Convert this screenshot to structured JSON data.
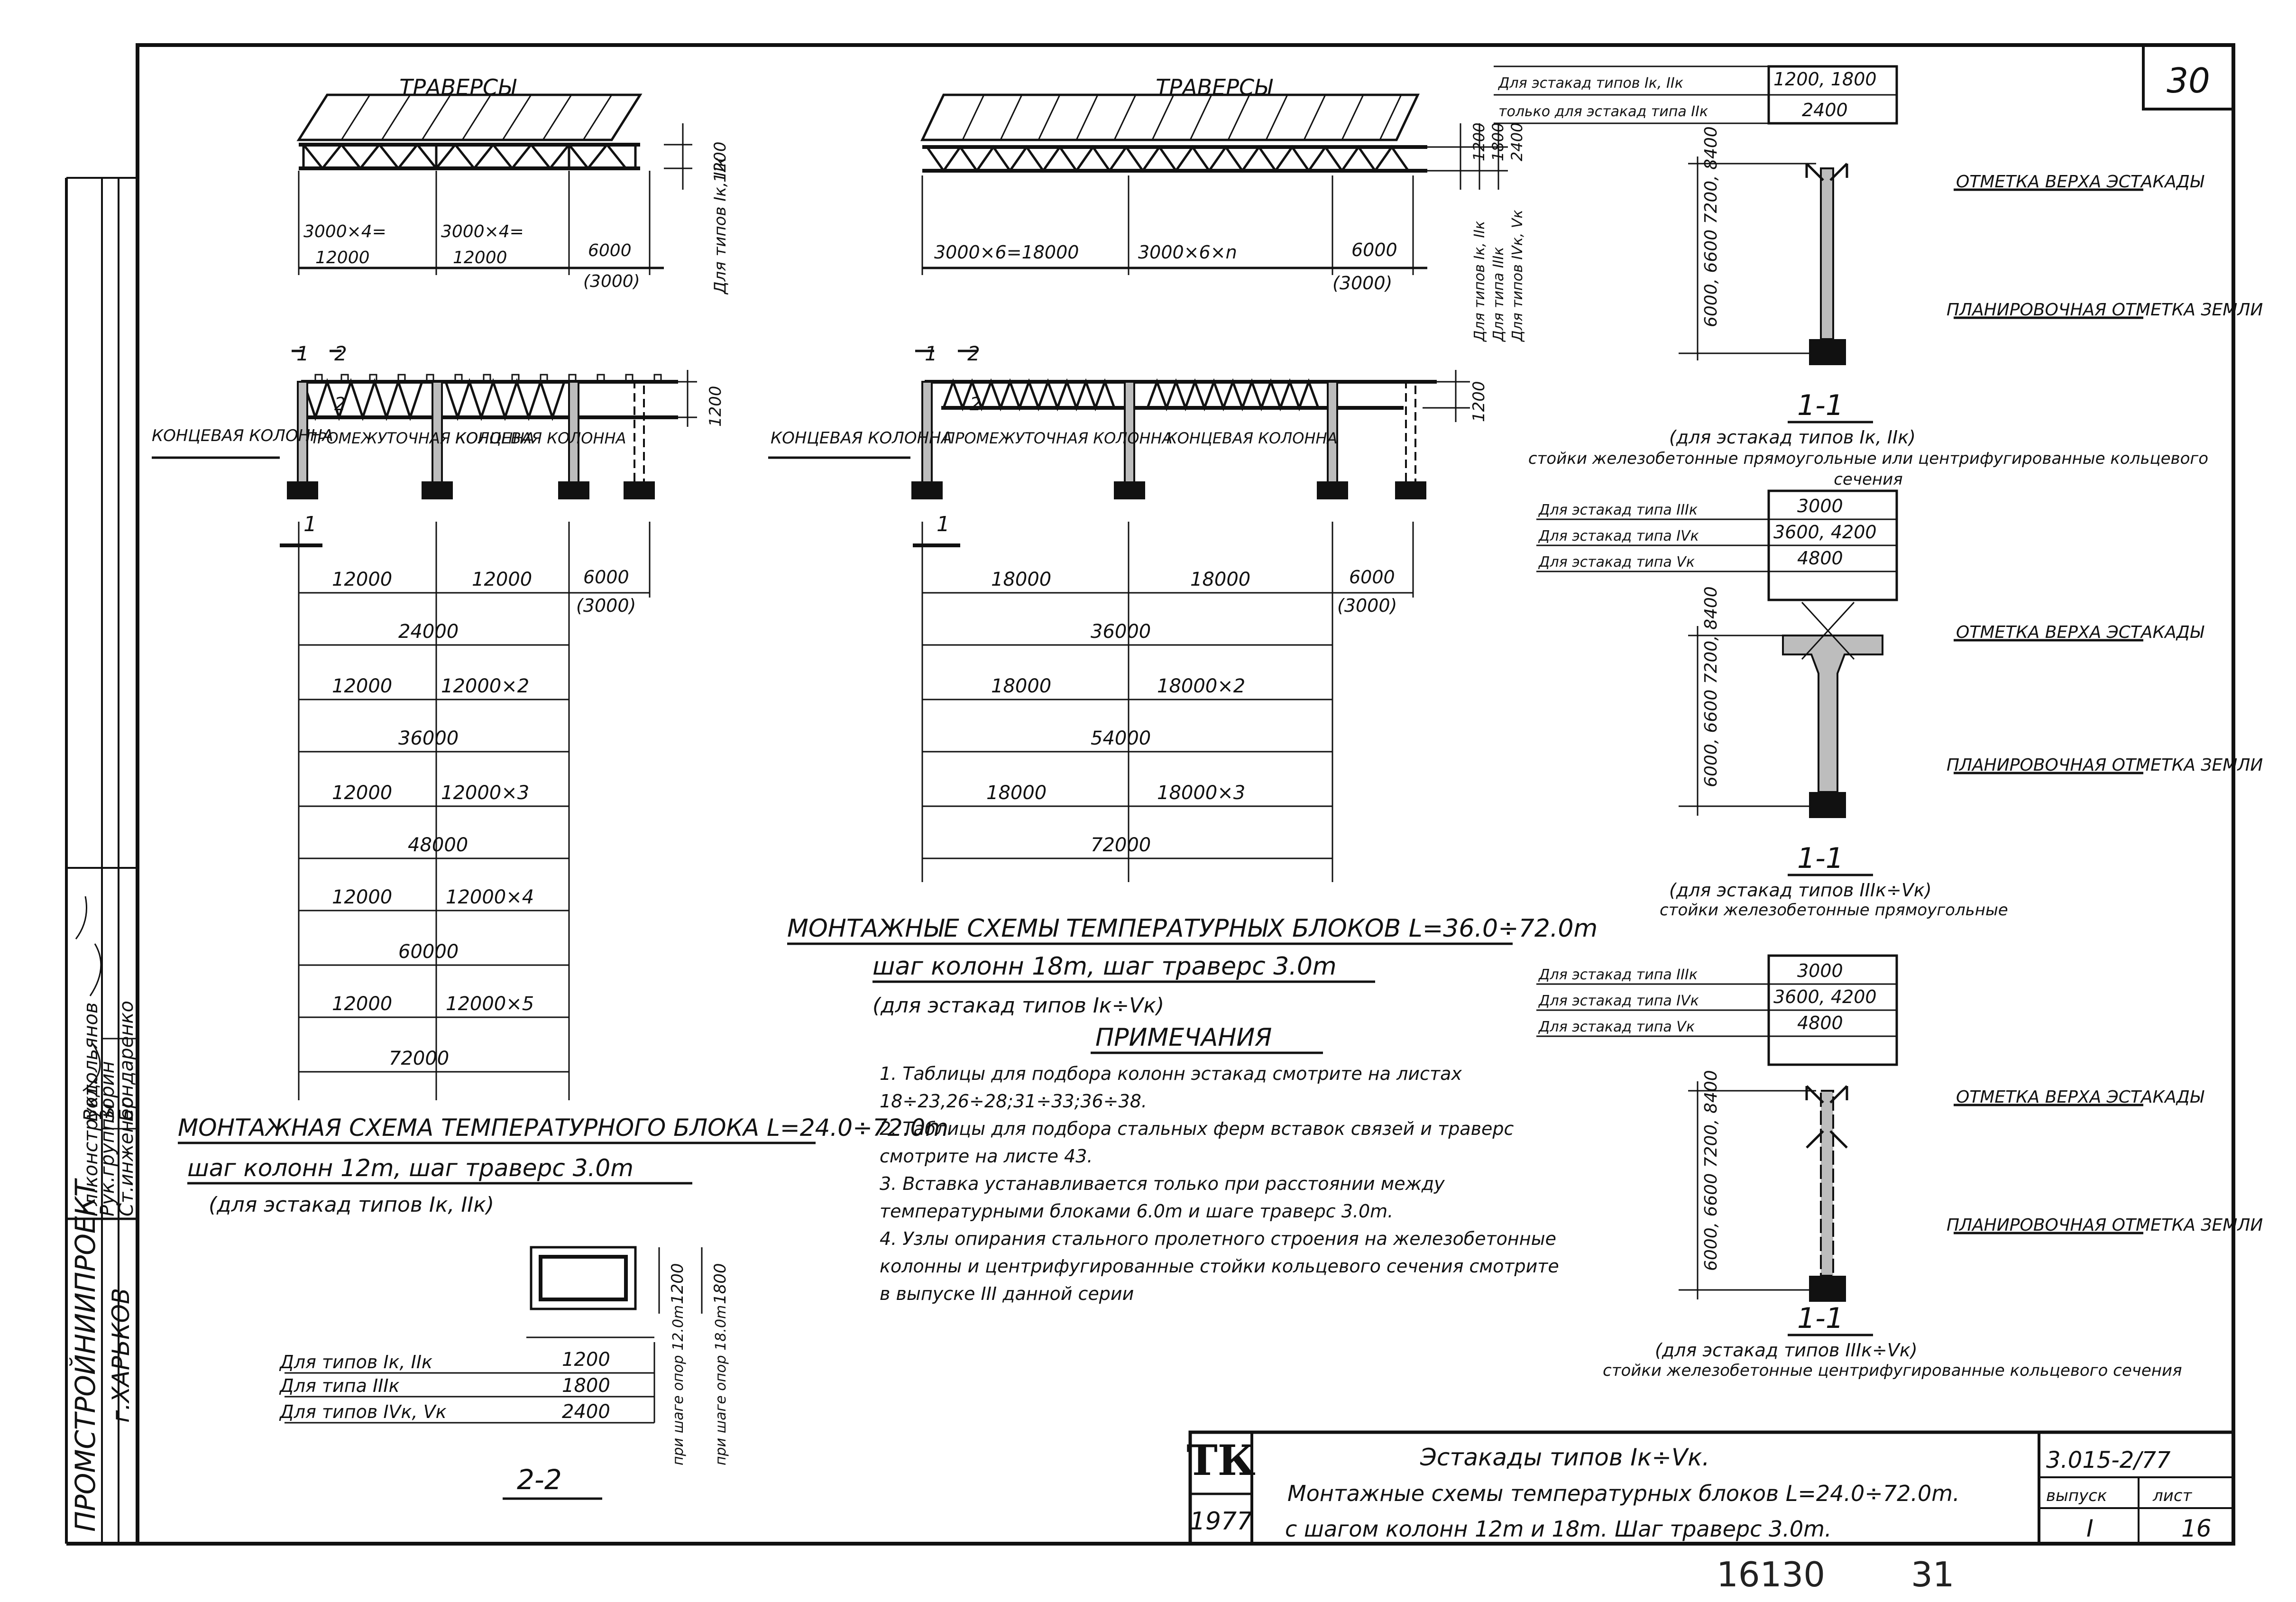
{
  "sheet": {
    "corner_number": "30",
    "bottom_handwritten": "16130",
    "bottom_handwritten_page": "31"
  },
  "left_strip": {
    "org": "ПРОМСТРОЙНИИПРОЕКТ",
    "city": "г.ХАРЬКОВ",
    "staff": [
      {
        "role": "Гл.конструкт.",
        "name": "Водольянов"
      },
      {
        "role": "Рук.группы",
        "name": "Зорин"
      },
      {
        "role": "Ст.инженер",
        "name": "Бондаренко"
      }
    ]
  },
  "scheme_12": {
    "plan_title": "ТРАВЕРСЫ",
    "plan_dims": [
      "3000×4=",
      "12000",
      "3000×4=",
      "12000",
      "6000",
      "(3000)"
    ],
    "plan_height": "1200",
    "plan_side_note": "Для типов Iк, IIк",
    "section_marks": [
      "1",
      "2",
      "2"
    ],
    "height": "1200",
    "labels": {
      "end_column": "КОНЦЕВАЯ КОЛОННА",
      "mid_column": "ПРОМЕЖУТОЧНАЯ КОЛОННА",
      "end_column2": "КОНЦЕВАЯ КОЛОННА"
    },
    "section_1": "1",
    "dim_rows": [
      [
        "12000",
        "12000",
        "6000",
        "(3000)"
      ],
      [
        "24000"
      ],
      [
        "12000",
        "12000×2"
      ],
      [
        "36000"
      ],
      [
        "12000",
        "12000×3"
      ],
      [
        "48000"
      ],
      [
        "12000",
        "12000×4"
      ],
      [
        "60000"
      ],
      [
        "12000",
        "12000×5"
      ],
      [
        "72000"
      ]
    ],
    "title": "МОНТАЖНАЯ СХЕМА ТЕМПЕРАТУРНОГО БЛОКА L=24.0÷72.0m",
    "subtitle": "шаг колонн 12m, шаг траверс 3.0m",
    "note": "(для эстакад типов Iк, IIк)"
  },
  "scheme_18": {
    "plan_title": "ТРАВЕРСЫ",
    "plan_dims": [
      "3000×6=18000",
      "3000×6×n",
      "6000",
      "(3000)"
    ],
    "plan_heights": [
      {
        "label": "Для типов Iк, IIк",
        "value": "1200"
      },
      {
        "label": "Для типа IIIк",
        "value": "1800"
      },
      {
        "label": "Для типов IVк, Vк",
        "value": "2400"
      }
    ],
    "section_marks": [
      "1",
      "2",
      "2"
    ],
    "height": "1200",
    "labels": {
      "end_column": "КОНЦЕВАЯ КОЛОННА",
      "mid_column": "ПРОМЕЖУТОЧНАЯ КОЛОННА",
      "end_column2": "КОНЦЕВАЯ КОЛОННА"
    },
    "section_1": "1",
    "dim_rows": [
      [
        "18000",
        "18000",
        "6000",
        "(3000)"
      ],
      [
        "36000"
      ],
      [
        "18000",
        "18000×2"
      ],
      [
        "54000"
      ],
      [
        "18000",
        "18000×3"
      ],
      [
        "72000"
      ]
    ],
    "title": "МОНТАЖНЫЕ СХЕМЫ ТЕМПЕРАТУРНЫХ БЛОКОВ L=36.0÷72.0m",
    "subtitle": "шаг колонн 18m, шаг траверс 3.0m",
    "note": "(для эстакад типов Iк÷Vк)"
  },
  "notes": {
    "heading": "ПРИМЕЧАНИЯ",
    "items": [
      "1. Таблицы для подбора колонн эстакад смотрите на листах 18÷23,26÷28;31÷33;36÷38.",
      "2. Таблицы для подбора стальных ферм вставок связей и траверс смотрите на листе 43.",
      "3. Вставка устанавливается только при расстоянии между температурными блоками 6.0m и шаге траверс 3.0m.",
      "4. Узлы опирания стального пролетного строения на железобетонные колонны и центрифугированные стойки кольцевого сечения смотрите в выпуске III данной серии"
    ]
  },
  "section22": {
    "rows": [
      {
        "label": "Для типов Iк, IIк",
        "value": "1200"
      },
      {
        "label": "Для типа IIIк",
        "value": "1800"
      },
      {
        "label": "Для типов IVк, Vк",
        "value": "2400"
      }
    ],
    "heights": [
      "1200",
      "1800"
    ],
    "side_notes": [
      "при шаге опор 12.0m",
      "при шаге опор 18.0m"
    ],
    "title": "2-2"
  },
  "column_sections": [
    {
      "rows": [
        {
          "label": "Для эстакад типов Iк, IIк",
          "value": "1200, 1800"
        },
        {
          "label": "только для эстакад типа IIк",
          "value": "2400"
        }
      ],
      "heights": "6000, 6600 7200, 8400",
      "top_mark": "ОТМЕТКА ВЕРХА ЭСТАКАДЫ",
      "ground_mark": "ПЛАНИРОВОЧНАЯ ОТМЕТКА ЗЕМЛИ",
      "title": "1-1",
      "caption": "(для эстакад типов Iк, IIк)",
      "caption2": "стойки железобетонные прямоугольные или центрифугированные кольцевого сечения"
    },
    {
      "rows": [
        {
          "label": "Для эстакад типа IIIк",
          "value": "3000"
        },
        {
          "label": "Для эстакад типа IVк",
          "value": "3600, 4200"
        },
        {
          "label": "Для эстакад типа Vк",
          "value": "4800"
        }
      ],
      "heights": "6000, 6600 7200, 8400",
      "top_mark": "ОТМЕТКА ВЕРХА ЭСТАКАДЫ",
      "ground_mark": "ПЛАНИРОВОЧНАЯ ОТМЕТКА ЗЕМЛИ",
      "title": "1-1",
      "caption": "(для эстакад типов IIIк÷Vк)",
      "caption2": "стойки железобетонные прямоугольные"
    },
    {
      "rows": [
        {
          "label": "Для эстакад типа IIIк",
          "value": "3000"
        },
        {
          "label": "Для эстакад типа IVк",
          "value": "3600, 4200"
        },
        {
          "label": "Для эстакад типа Vк",
          "value": "4800"
        }
      ],
      "heights": "6000, 6600 7200, 8400",
      "top_mark": "ОТМЕТКА ВЕРХА ЭСТАКАДЫ",
      "ground_mark": "ПЛАНИРОВОЧНАЯ ОТМЕТКА ЗЕМЛИ",
      "title": "1-1",
      "caption": "(для эстакад типов IIIк÷Vк)",
      "caption2": "стойки железобетонные центрифугированные кольцевого сечения"
    }
  ],
  "title_block": {
    "logo": "ТК",
    "year": "1977",
    "line1": "Эстакады типов Iк÷Vк.",
    "line2": "Монтажные схемы температурных блоков L=24.0÷72.0m.",
    "line3": "с шагом колонн 12m и 18m. Шаг траверс 3.0m.",
    "series": "3.015-2/77",
    "issue_label": "выпуск",
    "sheet_label": "лист",
    "issue": "I",
    "sheet": "16"
  }
}
